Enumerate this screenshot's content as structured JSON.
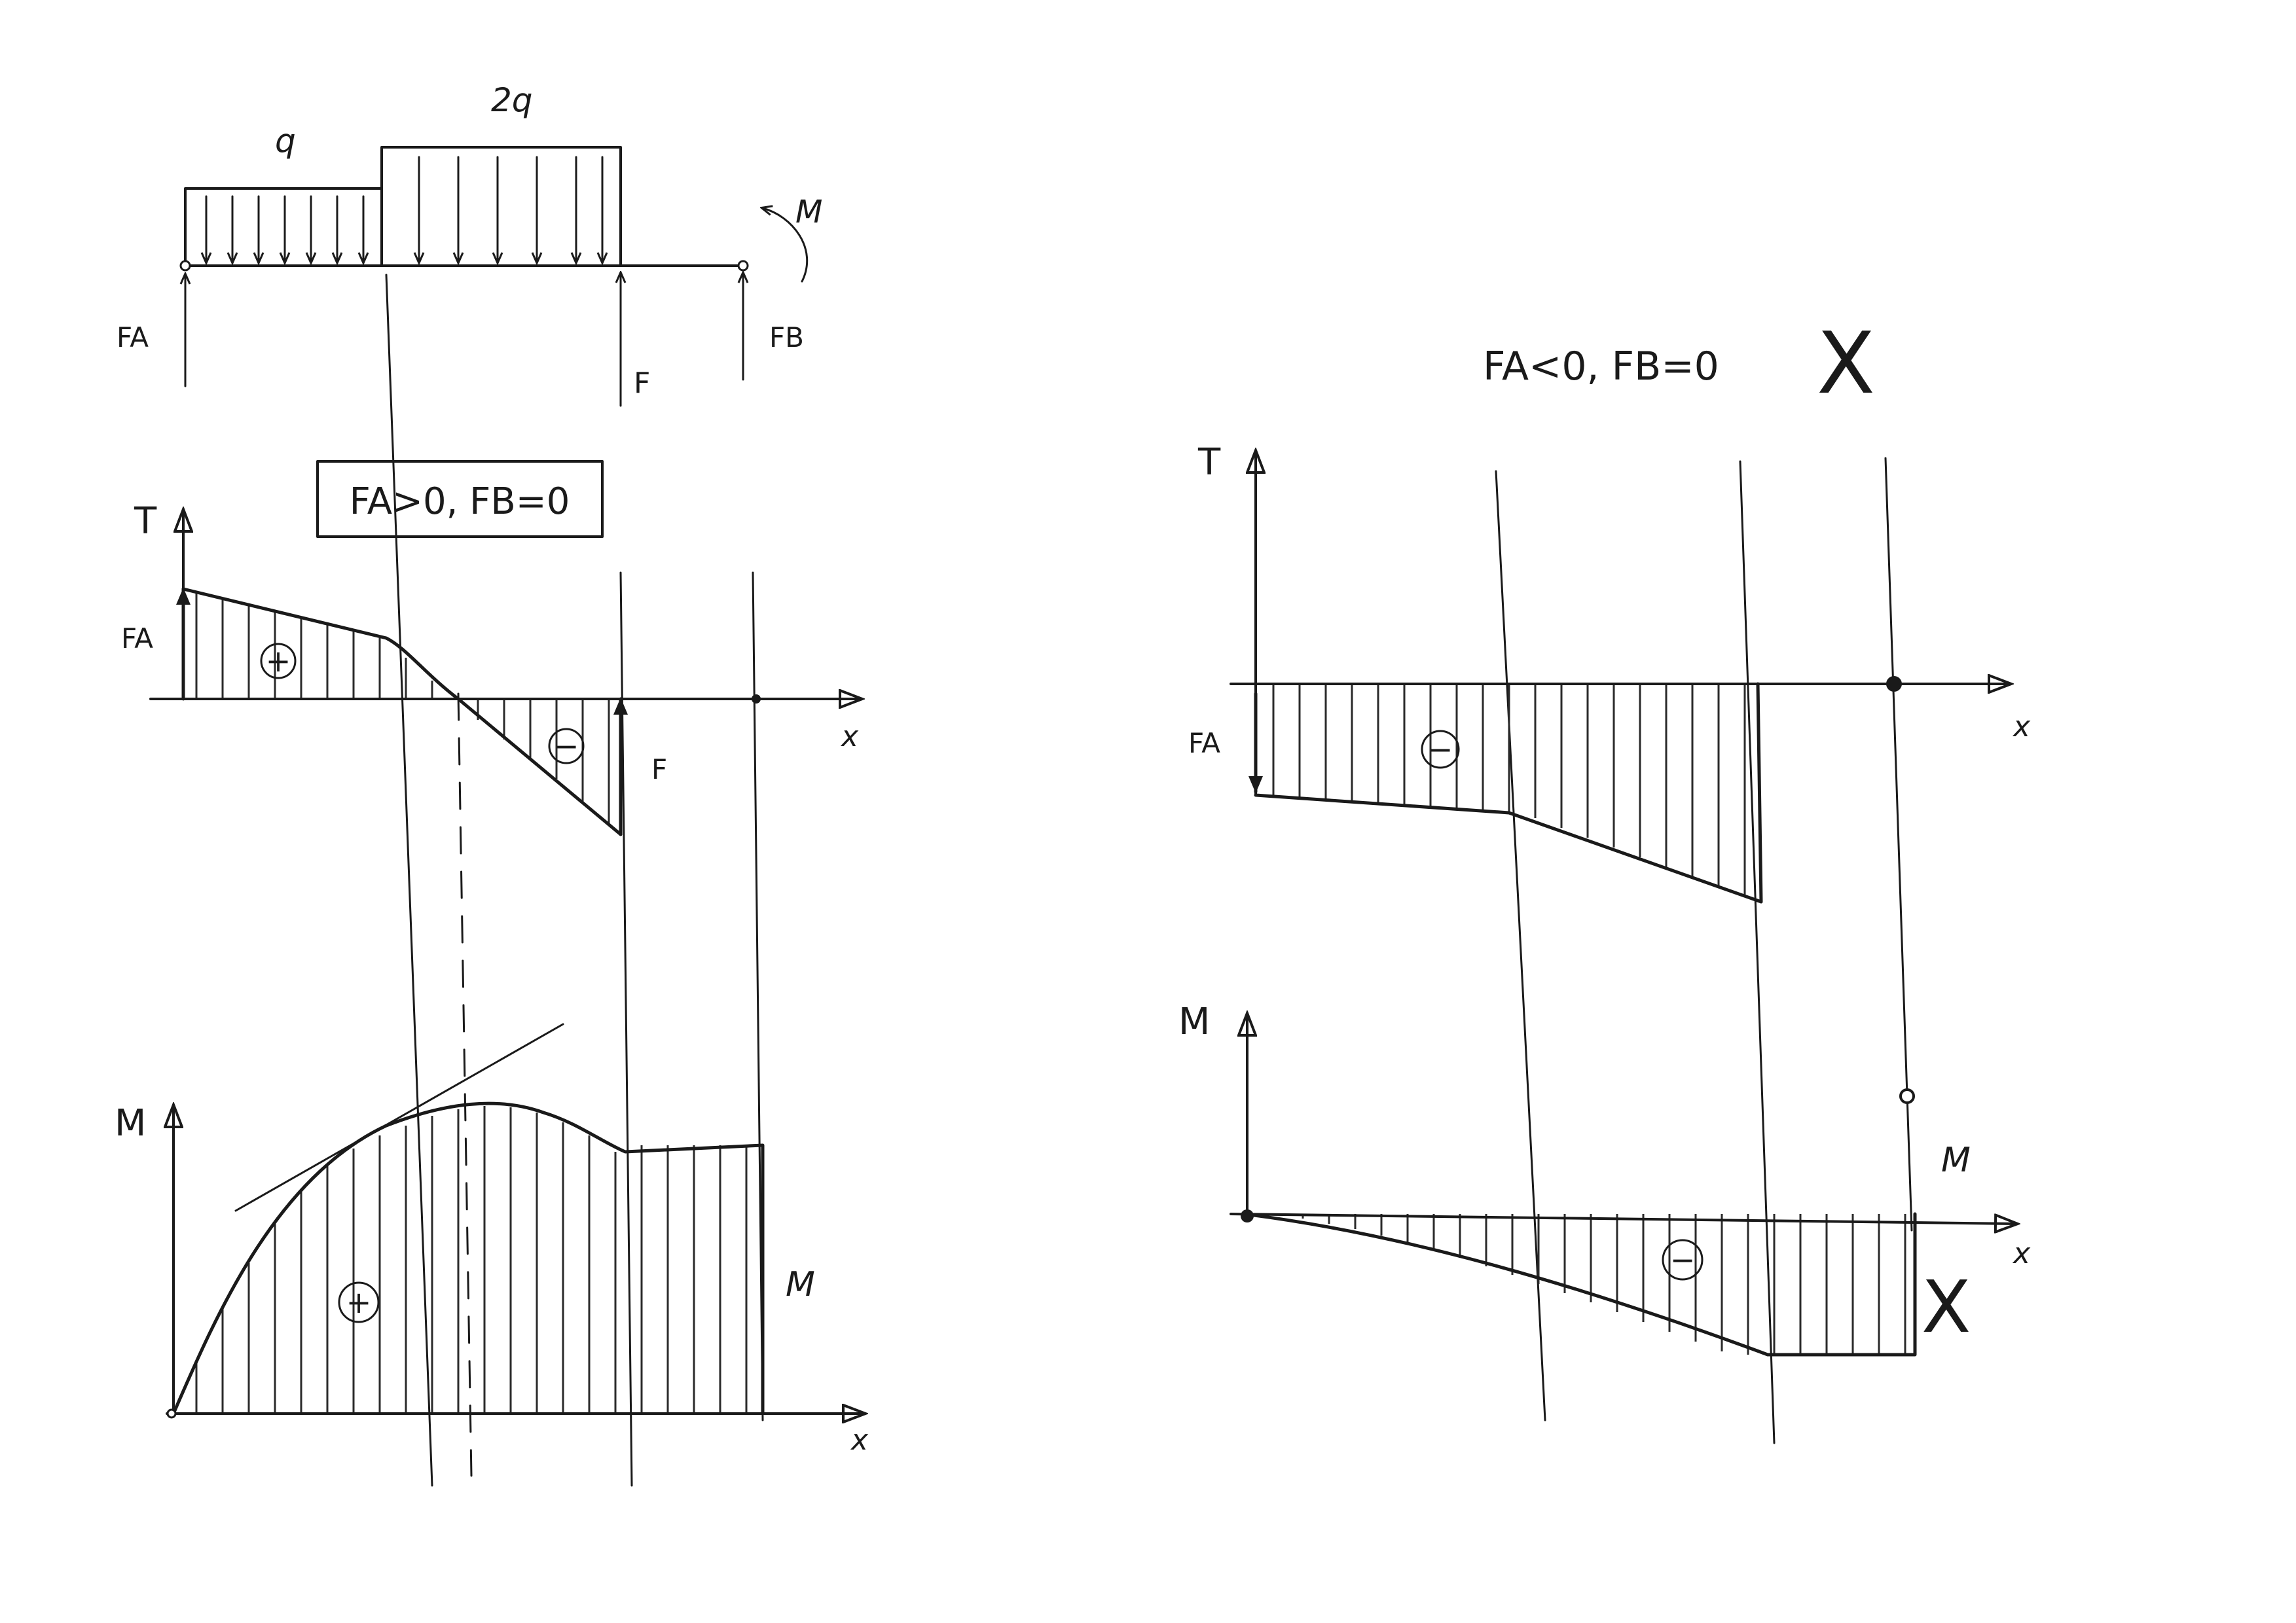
{
  "beam": {
    "load_q": "q",
    "load_2q": "2q",
    "moment": "M",
    "force_A": "FA",
    "force_F": "F",
    "force_B": "FB"
  },
  "left": {
    "case": "FA>0, FB=0",
    "T": {
      "axis_y": "T",
      "axis_x": "x",
      "label_FA": "FA",
      "label_F": "F",
      "sign_pos": "+",
      "sign_neg": "−"
    },
    "M": {
      "axis_y": "M",
      "axis_x": "x",
      "label_moment": "M",
      "sign_pos": "+"
    }
  },
  "right": {
    "case": "FA<0, FB=0",
    "rejected_mark": "X",
    "T": {
      "axis_y": "T",
      "axis_x": "x",
      "label_FA": "FA",
      "sign_neg": "−"
    },
    "M": {
      "axis_y": "M",
      "axis_x": "x",
      "label_moment": "M",
      "sign_neg": "−",
      "rejected_mark": "X"
    }
  }
}
